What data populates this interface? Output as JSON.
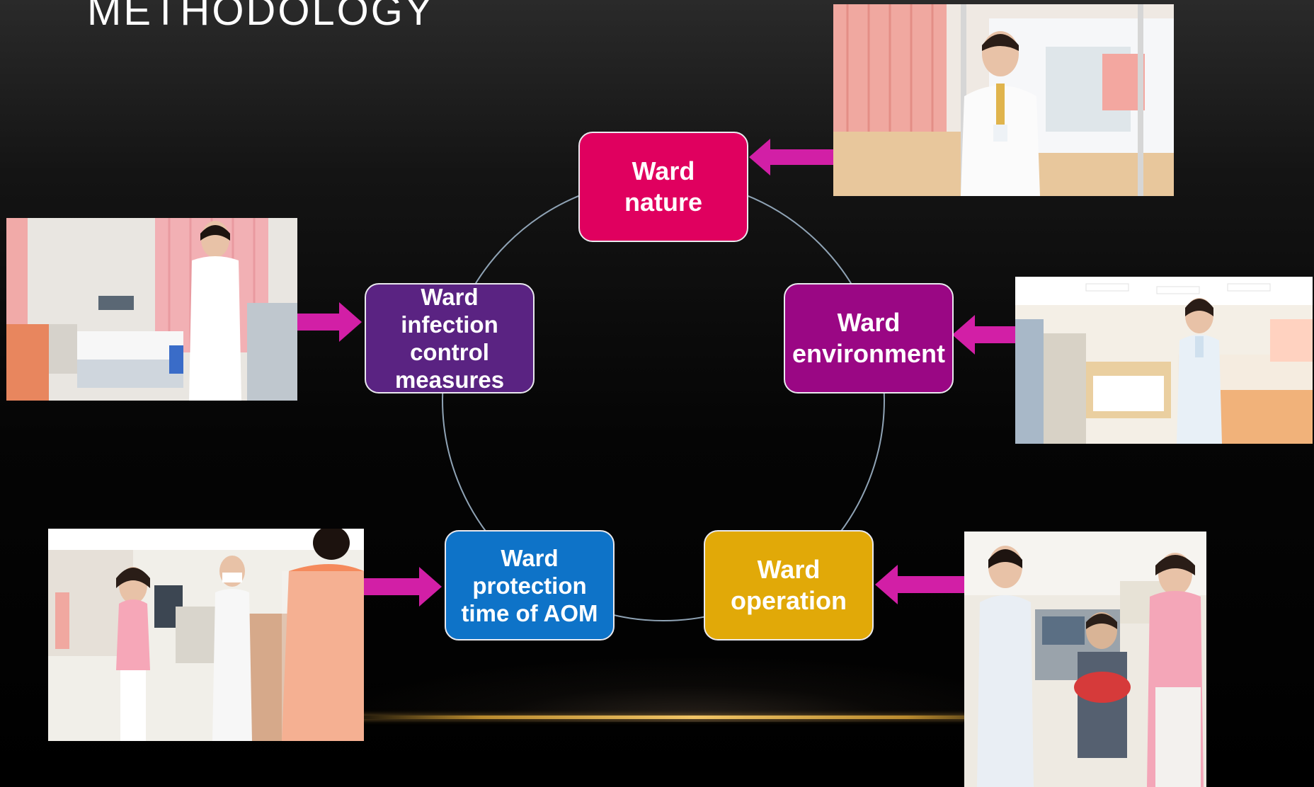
{
  "slide": {
    "title": "METHODOLOGY"
  },
  "colors": {
    "background": "#000000",
    "arrow": "#d21fa6",
    "cycle_line": "#8fa3b5",
    "ward_nature": "#e0005f",
    "ward_environment": "#9a0784",
    "ward_operation": "#e1a908",
    "ward_protection": "#0e73c8",
    "ward_infection": "#5a2382",
    "accent_line": "#f2c566"
  },
  "diagram": {
    "nodes": [
      {
        "id": "nature",
        "lines": [
          "Ward",
          "nature"
        ]
      },
      {
        "id": "environment",
        "lines": [
          "Ward",
          "environment"
        ]
      },
      {
        "id": "operation",
        "lines": [
          "Ward",
          "operation"
        ]
      },
      {
        "id": "protection",
        "lines": [
          "Ward",
          "protection",
          "time of AOM"
        ]
      },
      {
        "id": "infection",
        "lines": [
          "Ward",
          "infection",
          "control",
          "measures"
        ]
      }
    ]
  },
  "photos": [
    {
      "id": "nature",
      "subject": "nurse in white uniform in hospital ward"
    },
    {
      "id": "environment",
      "subject": "nurse at ward nursing station"
    },
    {
      "id": "operation",
      "subject": "nurse talking with patient and relative"
    },
    {
      "id": "protection",
      "subject": "staff with visitor in ward corridor"
    },
    {
      "id": "infection",
      "subject": "staff beside hospital bed"
    }
  ]
}
